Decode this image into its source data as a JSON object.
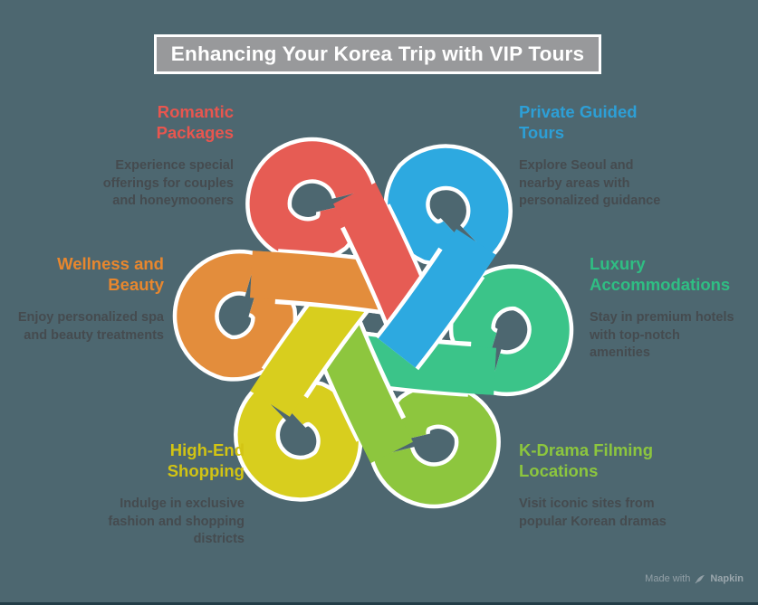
{
  "title": "Enhancing Your Korea Trip with VIP Tours",
  "background_color": "#4d6770",
  "title_bar": {
    "bg": "#98999b",
    "border": "#ffffff",
    "text_color": "#ffffff"
  },
  "knot": {
    "outline_color": "#ffffff"
  },
  "sections": [
    {
      "id": "romantic",
      "label": "Romantic\nPackages",
      "description": "Experience special\nofferings for couples\nand honeymooners",
      "color": "#e8564f",
      "loop_color": "#e65c54",
      "align": "right"
    },
    {
      "id": "private-tours",
      "label": "Private Guided\nTours",
      "description": "Explore Seoul and\nnearby areas with\npersonalized guidance",
      "color": "#2d9fd6",
      "loop_color": "#2da9e0",
      "align": "left"
    },
    {
      "id": "wellness",
      "label": "Wellness and\nBeauty",
      "description": "Enjoy personalized spa\nand beauty treatments",
      "color": "#e8872e",
      "loop_color": "#e38d3c",
      "align": "right"
    },
    {
      "id": "luxury",
      "label": "Luxury\nAccommodations",
      "description": "Stay in premium hotels\nwith top-notch\namenities",
      "color": "#2fbe83",
      "loop_color": "#3bc489",
      "align": "left"
    },
    {
      "id": "shopping",
      "label": "High-End\nShopping",
      "description": "Indulge in exclusive\nfashion and shopping\ndistricts",
      "color": "#d2c413",
      "loop_color": "#d8ce1e",
      "align": "right"
    },
    {
      "id": "kdrama",
      "label": "K-Drama Filming\nLocations",
      "description": "Visit iconic sites from\npopular Korean dramas",
      "color": "#8cc63e",
      "loop_color": "#8dc63e",
      "align": "left"
    }
  ],
  "watermark": {
    "text_prefix": "Made with",
    "brand": "Napkin"
  }
}
